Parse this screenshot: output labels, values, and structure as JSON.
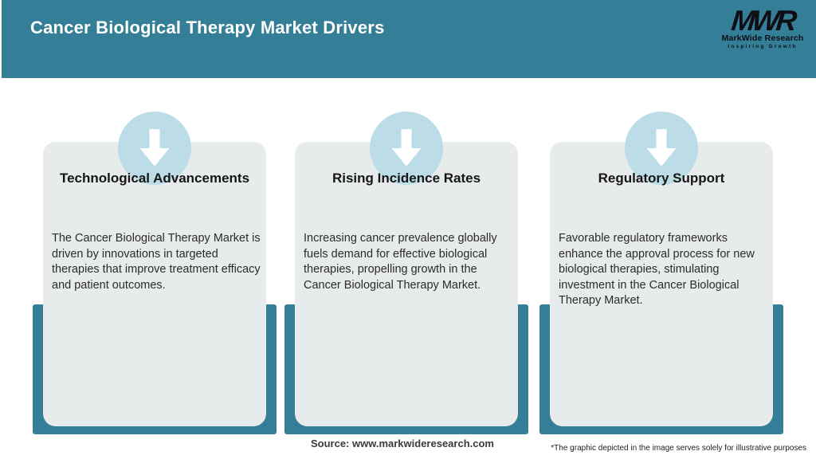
{
  "header": {
    "title": "Cancer Biological Therapy Market Drivers",
    "logo": {
      "monogram": "MWR",
      "name": "MarkWide Research",
      "tagline": "Inspiring Growth"
    }
  },
  "cards": [
    {
      "icon": "down-arrow-icon",
      "title": "Technological Advancements",
      "body": "The Cancer Biological Therapy Market is driven by innovations in targeted therapies that improve treatment efficacy and patient outcomes."
    },
    {
      "icon": "down-arrow-icon",
      "title": "Rising Incidence Rates",
      "body": "Increasing cancer prevalence globally fuels demand for effective biological therapies, propelling growth in the Cancer Biological Therapy Market."
    },
    {
      "icon": "down-arrow-icon",
      "title": "Regulatory Support",
      "body": "Favorable regulatory frameworks enhance the approval process for new biological therapies, stimulating investment in the Cancer Biological Therapy Market."
    }
  ],
  "footer": {
    "source": "Source: www.markwideresearch.com",
    "disclaimer": "*The graphic depicted in the image serves solely for illustrative purposes"
  },
  "colors": {
    "teal": "#347E98",
    "light_blue": "#BCDDE8",
    "card_bg": "#E8EBEB",
    "header_text": "#FFFFFF",
    "logo_text": "#0E0E14"
  }
}
